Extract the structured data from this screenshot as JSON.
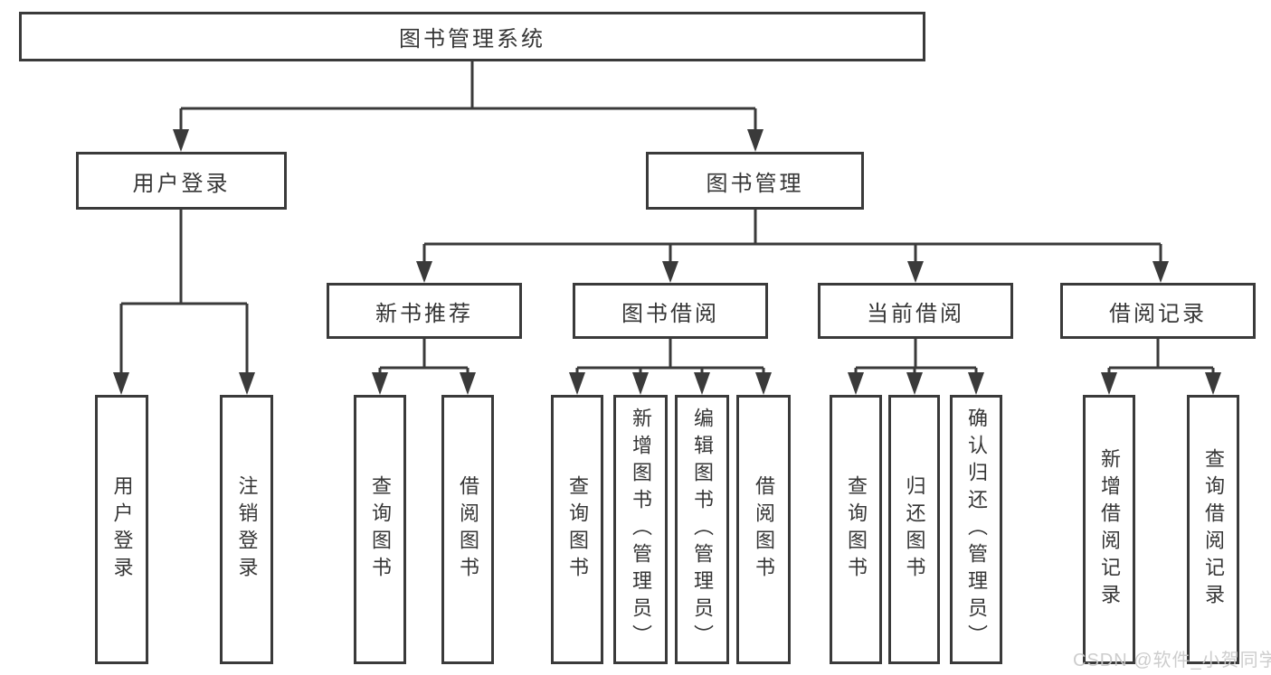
{
  "diagram_title": "图书管理系统",
  "root": {
    "label": "图书管理系统"
  },
  "level2": [
    {
      "label": "用户登录"
    },
    {
      "label": "图书管理"
    }
  ],
  "level3": [
    {
      "label": "新书推荐"
    },
    {
      "label": "图书借阅"
    },
    {
      "label": "当前借阅"
    },
    {
      "label": "借阅记录"
    }
  ],
  "leaves": [
    {
      "label": "用户登录"
    },
    {
      "label": "注销登录"
    },
    {
      "label": "查询图书"
    },
    {
      "label": "借阅图书"
    },
    {
      "label": "查询图书"
    },
    {
      "label": "新增图书（管理员）"
    },
    {
      "label": "编辑图书（管理员）"
    },
    {
      "label": "借阅图书"
    },
    {
      "label": "查询图书"
    },
    {
      "label": "归还图书"
    },
    {
      "label": "确认归还（管理员）"
    },
    {
      "label": "新增借阅记录"
    },
    {
      "label": "查询借阅记录"
    }
  ],
  "watermark": {
    "text": "CSDN @软件_小贺同学"
  },
  "colors": {
    "line": "#3a3a3a",
    "text": "#363636",
    "box_fill": "#ffffff",
    "watermark": "#c9c9c9",
    "background": "#ffffff"
  }
}
